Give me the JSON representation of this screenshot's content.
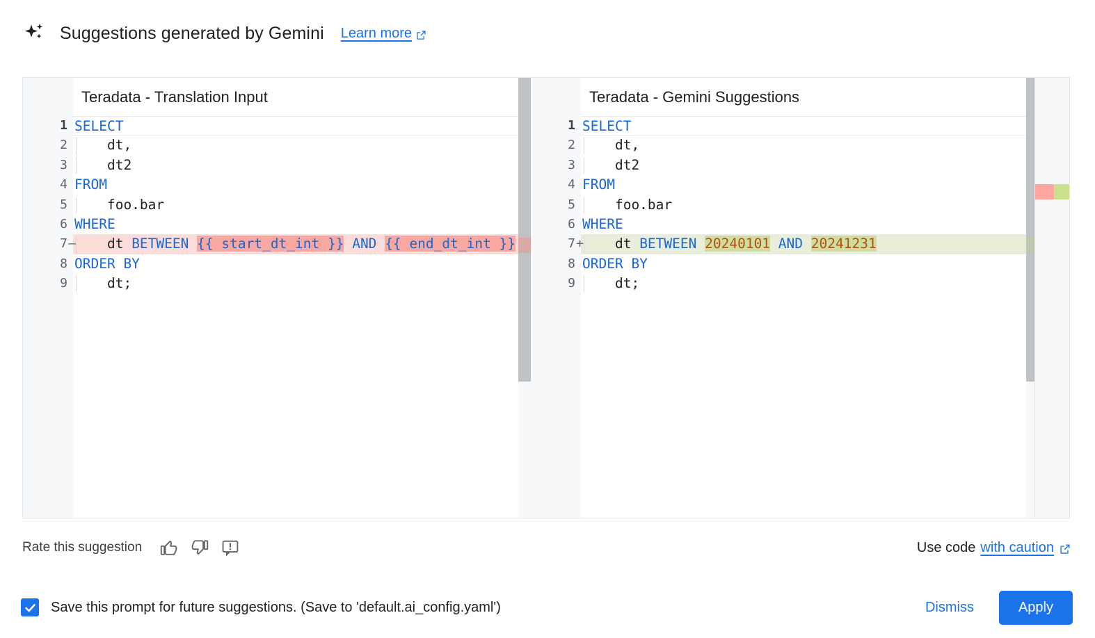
{
  "header": {
    "icon": "sparkle-icon",
    "title": "Suggestions generated by Gemini",
    "learn_more": "Learn more",
    "external_icon": "external-link-icon"
  },
  "diff": {
    "left": {
      "title": "Teradata - Translation Input",
      "lines": [
        {
          "no": "1",
          "sign": "",
          "current": true,
          "state": "normal"
        },
        {
          "no": "2",
          "sign": "",
          "current": false,
          "state": "normal"
        },
        {
          "no": "3",
          "sign": "",
          "current": false,
          "state": "normal"
        },
        {
          "no": "4",
          "sign": "",
          "current": false,
          "state": "normal"
        },
        {
          "no": "5",
          "sign": "",
          "current": false,
          "state": "normal"
        },
        {
          "no": "6",
          "sign": "",
          "current": false,
          "state": "normal"
        },
        {
          "no": "7",
          "sign": "–",
          "current": false,
          "state": "deleted"
        },
        {
          "no": "8",
          "sign": "",
          "current": false,
          "state": "normal"
        },
        {
          "no": "9",
          "sign": "",
          "current": false,
          "state": "normal"
        }
      ],
      "code": {
        "l1": "SELECT",
        "l2": "    dt,",
        "l3": "    dt2",
        "l4": "FROM",
        "l5": "    foo.bar",
        "l6": "WHERE",
        "l7_prefix": "    dt BETWEEN ",
        "l7_tok1": "{{ start_dt_int }}",
        "l7_and": " AND ",
        "l7_tok2": "{{ end_dt_int }}",
        "l8": "ORDER BY",
        "l9": "    dt;"
      }
    },
    "right": {
      "title": "Teradata - Gemini Suggestions",
      "lines": [
        {
          "no": "1",
          "sign": "",
          "current": true,
          "state": "normal"
        },
        {
          "no": "2",
          "sign": "",
          "current": false,
          "state": "normal"
        },
        {
          "no": "3",
          "sign": "",
          "current": false,
          "state": "normal"
        },
        {
          "no": "4",
          "sign": "",
          "current": false,
          "state": "normal"
        },
        {
          "no": "5",
          "sign": "",
          "current": false,
          "state": "normal"
        },
        {
          "no": "6",
          "sign": "",
          "current": false,
          "state": "normal"
        },
        {
          "no": "7",
          "sign": "+",
          "current": false,
          "state": "added"
        },
        {
          "no": "8",
          "sign": "",
          "current": false,
          "state": "normal"
        },
        {
          "no": "9",
          "sign": "",
          "current": false,
          "state": "normal"
        }
      ],
      "code": {
        "l1": "SELECT",
        "l2": "    dt,",
        "l3": "    dt2",
        "l4": "FROM",
        "l5": "    foo.bar",
        "l6": "WHERE",
        "l7_prefix": "    dt BETWEEN ",
        "l7_tok1": "20240101",
        "l7_and": " AND ",
        "l7_tok2": "20241231",
        "l8": "ORDER BY",
        "l9": "    dt;"
      }
    }
  },
  "rate": {
    "label": "Rate this suggestion",
    "thumb_up": "thumb-up-icon",
    "thumb_down": "thumb-down-icon",
    "report": "report-icon",
    "use_code_prefix": "Use code",
    "use_code_link": "with caution"
  },
  "footer": {
    "save_checked": true,
    "save_text": "Save this prompt for future suggestions. (Save to 'default.ai_config.yaml')",
    "dismiss_label": "Dismiss",
    "apply_label": "Apply"
  },
  "colors": {
    "accent_blue": "#1a73e8",
    "keyword_blue": "#1967d2",
    "number_orange": "#b2520f",
    "brace_green": "#1e8e3e",
    "diff_del_row": "#fcdcd8",
    "diff_del_token": "#f8a8a0",
    "diff_add_row": "#e9eedb",
    "diff_add_token": "#cfdda3"
  }
}
